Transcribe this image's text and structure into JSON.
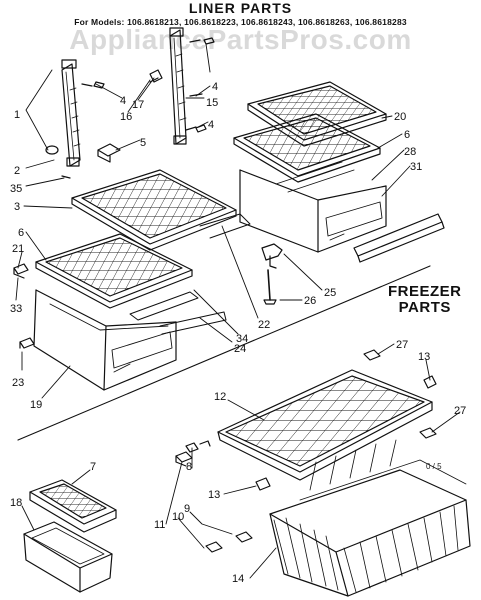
{
  "header": {
    "title": "LINER PARTS",
    "models": "For Models: 106.8618213, 106.8618223, 106.8618243, 106.8618263, 106.8618283"
  },
  "watermark": "AppliancePartsPros.com",
  "freezer_heading": {
    "line1": "FREEZER",
    "line2": "PARTS"
  },
  "small_note": "0 / 5",
  "callouts": [
    {
      "id": "c1",
      "text": "1"
    },
    {
      "id": "c2",
      "text": "2"
    },
    {
      "id": "c35",
      "text": "35"
    },
    {
      "id": "c3",
      "text": "3"
    },
    {
      "id": "c6a",
      "text": "6"
    },
    {
      "id": "c21",
      "text": "21"
    },
    {
      "id": "c33",
      "text": "33"
    },
    {
      "id": "c23",
      "text": "23"
    },
    {
      "id": "c19",
      "text": "19"
    },
    {
      "id": "c4a",
      "text": "4"
    },
    {
      "id": "c16",
      "text": "16"
    },
    {
      "id": "c17",
      "text": "17"
    },
    {
      "id": "c5",
      "text": "5"
    },
    {
      "id": "c4b",
      "text": "4"
    },
    {
      "id": "c15",
      "text": "15"
    },
    {
      "id": "c4c",
      "text": "4"
    },
    {
      "id": "c20",
      "text": "20"
    },
    {
      "id": "c6b",
      "text": "6"
    },
    {
      "id": "c28",
      "text": "28"
    },
    {
      "id": "c31",
      "text": "31"
    },
    {
      "id": "c25",
      "text": "25"
    },
    {
      "id": "c26",
      "text": "26"
    },
    {
      "id": "c22",
      "text": "22"
    },
    {
      "id": "c34",
      "text": "34"
    },
    {
      "id": "c24",
      "text": "24"
    },
    {
      "id": "c27a",
      "text": "27"
    },
    {
      "id": "c13a",
      "text": "13"
    },
    {
      "id": "c12",
      "text": "12"
    },
    {
      "id": "c27b",
      "text": "27"
    },
    {
      "id": "c7",
      "text": "7"
    },
    {
      "id": "c18",
      "text": "18"
    },
    {
      "id": "c13b",
      "text": "13"
    },
    {
      "id": "c9",
      "text": "9"
    },
    {
      "id": "c10",
      "text": "10"
    },
    {
      "id": "c11",
      "text": "11"
    },
    {
      "id": "c8",
      "text": "8"
    },
    {
      "id": "c14",
      "text": "14"
    }
  ]
}
